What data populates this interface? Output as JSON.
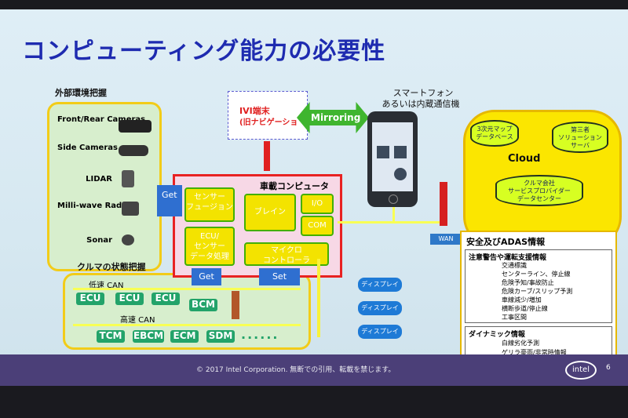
{
  "title": "コンピューティング能力の必要性",
  "external": {
    "heading": "外部環境把握",
    "sensors": [
      "Front/Rear Cameras",
      "Side Cameras",
      "LIDAR",
      "Milli-wave Radar",
      "Sonar"
    ]
  },
  "vehicle_state": {
    "heading": "クルマの状態把握",
    "low_can": "低速 CAN",
    "high_can": "高速 CAN",
    "ecus_low": [
      "ECU",
      "ECU",
      "ECU"
    ],
    "bcm": "BCM",
    "ecus_high": [
      "TCM",
      "EBCM",
      "ECM",
      "SDM"
    ],
    "dots": "......"
  },
  "ivi": {
    "line1": "IVI端末",
    "line2": "(旧ナビゲーショ"
  },
  "mirroring": "Mirroring",
  "phone": {
    "line1": "スマートフォン",
    "line2": "あるいは内蔵通信機"
  },
  "computer": {
    "title": "車載コンピュータ",
    "sensor_fusion": "センサー\nフュージョン",
    "brain": "ブレイン",
    "io": "I/O",
    "com": "COM",
    "ecu_sensor": "ECU/\nセンサー\nデータ処理",
    "micro": "マイクロ\nコントローラ",
    "get_left": "Get",
    "get_bottom": "Get",
    "set": "Set"
  },
  "displays": [
    "ディスプレイ",
    "ディスプレイ",
    "ディスプレイ"
  ],
  "wan": "WAN",
  "cloud": {
    "label": "Cloud",
    "db1": "3次元マップ\nデータベース",
    "db2": "第三者\nソリューション\nサーバ",
    "db3": "クルマ会社\nサービスプロバイダー\nデータセンター"
  },
  "adas": {
    "title": "安全及びADAS情報",
    "section1": "注意警告や運転支援情報",
    "items1": [
      "交通標識",
      "センターライン、停止線",
      "危険予知/事故防止",
      "危険カーブ/スリップ予測",
      "車線減少/増加",
      "横断歩道/停止線",
      "工事区間"
    ],
    "section2": "ダイナミック情報",
    "items2": [
      "白線劣化予測",
      "ゲリラ豪雨/非常時情報"
    ]
  },
  "footer": {
    "copyright": "© 2017 Intel Corporation. 無断での引用、転載を禁じます。",
    "logo": "intel",
    "page": "6"
  },
  "colors": {
    "title": "#1e2bb0",
    "footer": "#4b3f78",
    "box_border": "#f2cc18",
    "chip": "#23a36a",
    "mirroring": "#3fb52f"
  }
}
